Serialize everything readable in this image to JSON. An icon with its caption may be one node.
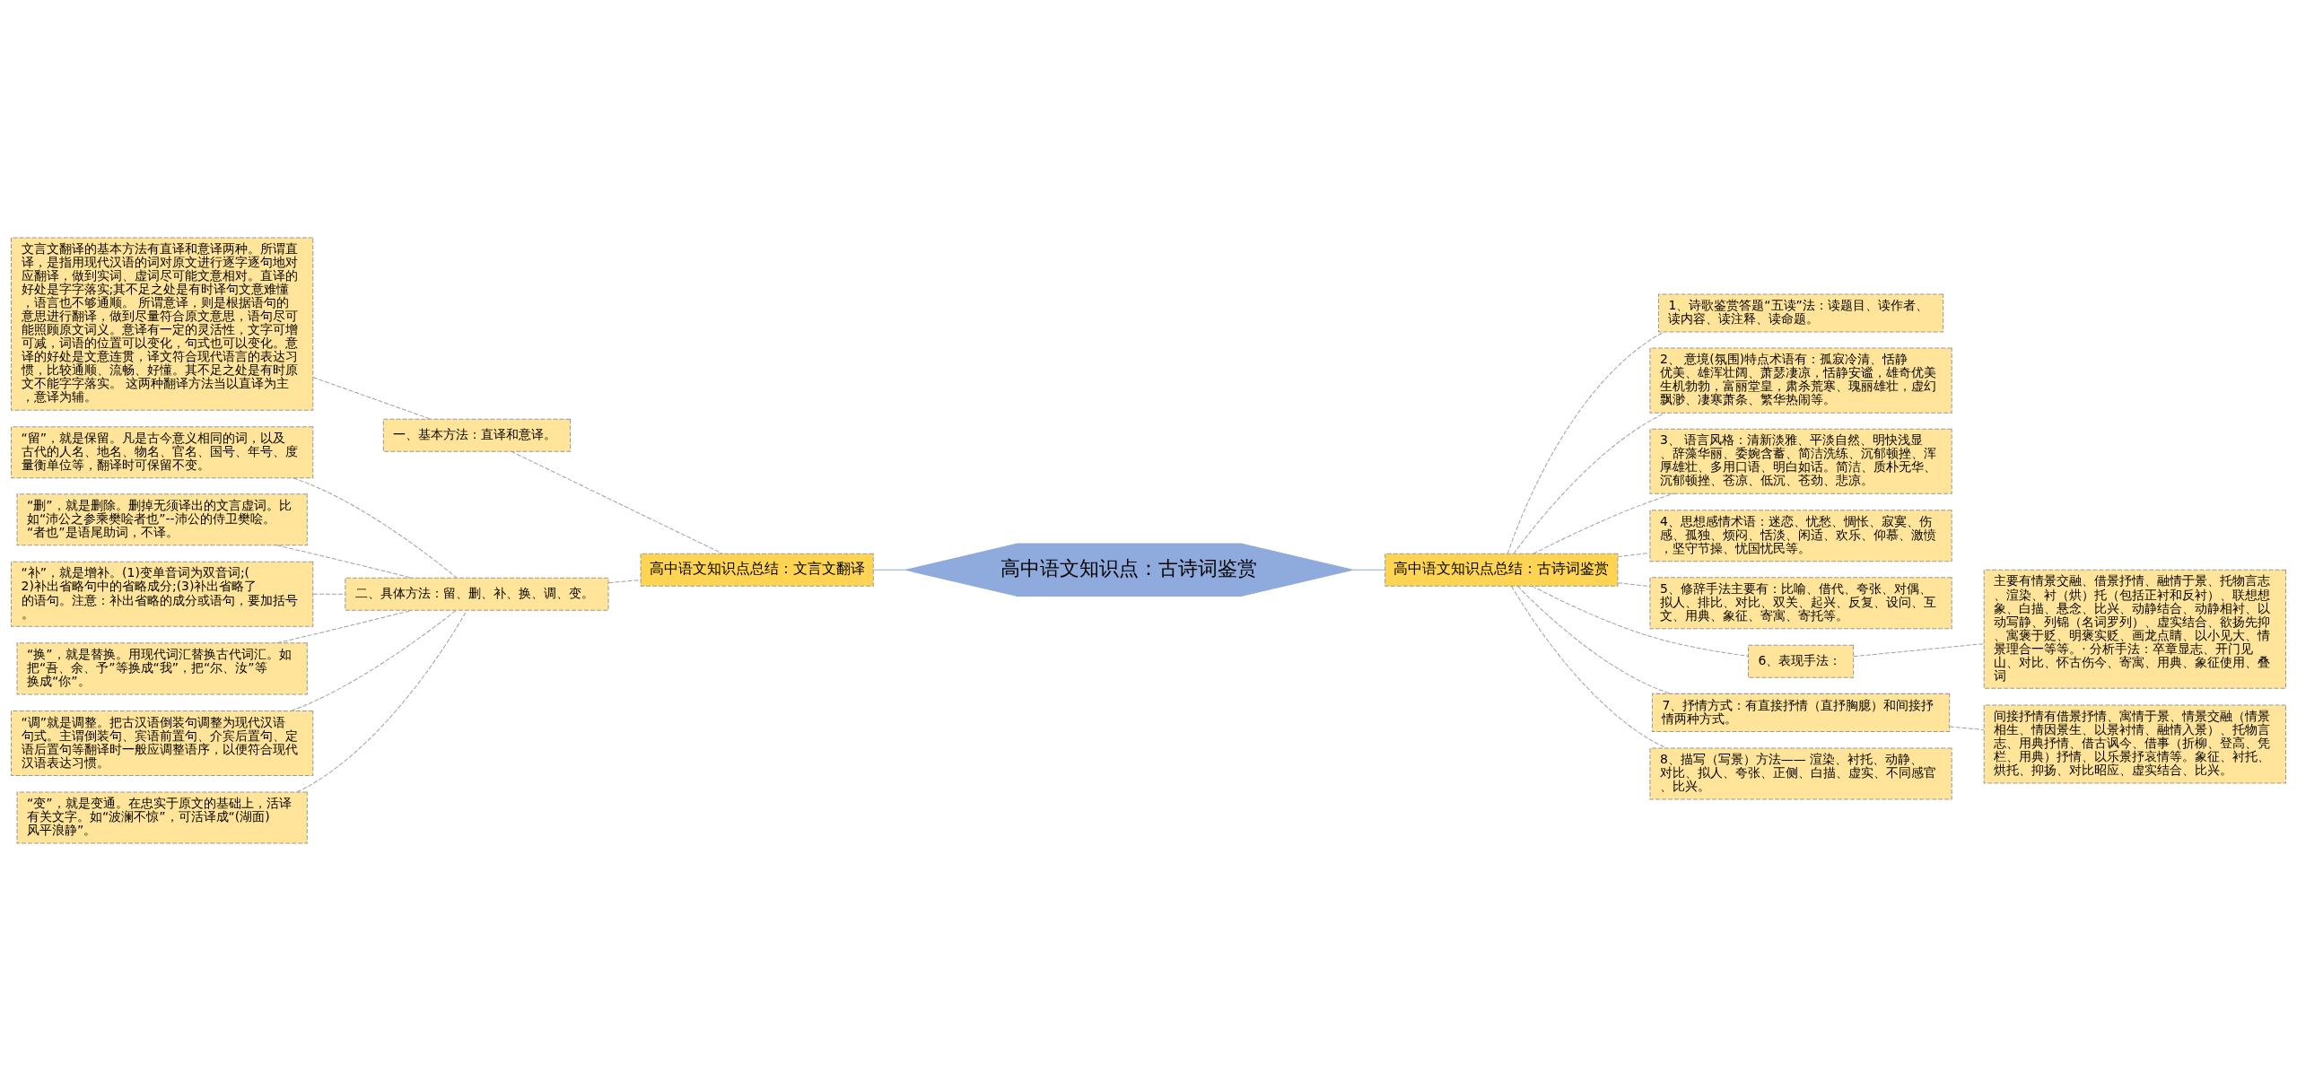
{
  "diagram": {
    "nodes": [
      {
        "text": [
          "高中语文知识点：古诗词鉴赏"
        ]
      },
      {
        "text": [
          "高中语文知识点总结：文言文翻译"
        ]
      },
      {
        "text": [
          "一、基本方法：直译和意译。"
        ]
      },
      {
        "text": [
          "文言文翻译的基本方法有直译和意译两种。所谓直译，是指用现代汉语的词对原文进行逐字逐句地对应翻译，做到实词、虚词尽可能文意相对。直译的好处是字字落实;其不足之处是有时译句文意难懂，语言也不够通顺。 所谓意译，则是根据语句的意思进行翻译，做到尽量符合原文意思，语句尽可能照顾原文词义。意译有一定的灵活性，文字可增可减，词语的位置可以变化，句式也可以变化。意译的好处是文意连贯，译文符合现代语言的表达习惯，比较通顺、流畅、好懂。其不足之处是有时原文不能字字落实。 这两种翻译方法当以直译为主，意译为辅。"
        ]
      },
      {
        "text": [
          "二、具体方法：留、删、补、换、调、变。"
        ]
      },
      {
        "text": [
          "“留”，就是保留。凡是古今意义相同的词，以及古代的人名、地名、物名、官名、国号、年号、度量衡单位等，翻译时可保留不变。"
        ]
      },
      {
        "text": [
          "“删”，就是删除。删掉无须译出的文言虚词。比如“沛公之参乘樊哙者也”--沛公的侍卫樊哙。“者也”是语尾助词，不译。"
        ]
      },
      {
        "text": [
          "“补”，就是增补。(1)变单音词为双音词;(2)补出省略句中的省略成分;(3)补出省略了的语句。注意：补出省略的成分或语句，要加括号。"
        ]
      },
      {
        "text": [
          "“换”，就是替换。用现代词汇替换古代词汇。如把“吾、余、予”等换成“我”，把“尔、汝”等换成“你”。"
        ]
      },
      {
        "text": [
          "“调”就是调整。把古汉语倒装句调整为现代汉语句式。主谓倒装句、宾语前置句、介宾后置句、定语后置句等翻译时一般应调整语序，以便符合现代汉语表达习惯。"
        ]
      },
      {
        "text": [
          "“变”，就是变通。在忠实于原文的基础上，活译有关文字。如“波澜不惊”，可活译成“(湖面)风平浪静”。"
        ]
      },
      {
        "text": [
          "高中语文知识点总结：古诗词鉴赏"
        ]
      },
      {
        "text": [
          "1、诗歌鉴赏答题“五读”法：读题目、读作者、读内容、读注释、读命题。"
        ]
      },
      {
        "text": [
          "2、 意境(氛围)特点术语有：孤寂冷清、恬静优美、雄浑壮阔、萧瑟凄凉，恬静安谧，雄奇优美生机勃勃，富丽堂皇，肃杀荒寒、瑰丽雄壮，虚幻飘渺、凄寒萧条、繁华热闹等。"
        ]
      },
      {
        "text": [
          "3、 语言风格：清新淡雅、平淡自然、明快浅显、辞藻华丽、委婉含蓄、简洁洗练、沉郁顿挫、浑厚雄壮、多用口语、明白如话。简洁、质朴无华、沉郁顿挫、苍凉、低沉、苍劲、悲凉。"
        ]
      },
      {
        "text": [
          "4、思想感情术语：迷恋、忧愁、惆怅、寂寞、伤感、孤独、烦闷、恬淡、闲适、欢乐、仰慕、激愤，坚守节操、忧国忧民等。"
        ]
      },
      {
        "text": [
          "5、修辞手法主要有：比喻、借代、夸张、对偶、拟人、排比、对比、双关、起兴、反复、设问、互文、用典、象征、寄寓、寄托等。"
        ]
      },
      {
        "text": [
          "6、表现手法："
        ]
      },
      {
        "text": [
          "主要有情景交融、借景抒情、融情于景、托物言志、渲染、衬（烘）托（包括正衬和反衬）、联想想象、白描、悬念、比兴、动静结合、动静相衬、以动写静、列锦（名词罗列）、虚实结合、欲扬先抑、寓褒于贬、明褒实贬、画龙点睛、以小见大、情景理合一等等。· 分析手法：卒章显志、开门见山、对比、怀古伤今、寄寓、用典、象征使用、叠词"
        ]
      },
      {
        "text": [
          "7、抒情方式：有直接抒情（直抒胸臆）和间接抒情两种方式。"
        ]
      },
      {
        "text": [
          "间接抒情有借景抒情、寓情于景、情景交融（情景相生、情因景生、以景衬情、融情入景）、托物言志、用典抒情、借古讽今、借事（折柳、登高、凭栏、用典）抒情、以乐景抒哀情等。象征、衬托、烘托、抑扬、对比昭应、虚实结合、比兴。"
        ]
      },
      {
        "text": [
          "8、描写（写景）方法—— 渲染、衬托、动静、对比、拟人、夸张、正侧、白描、虚实、不同感官、比兴。"
        ]
      }
    ],
    "edges": [
      {
        "from": 0,
        "to": 1,
        "arrow": "none",
        "color": "#8faadc"
      },
      {
        "from": 1,
        "to": 2,
        "arrow": "none",
        "style": "dashed"
      },
      {
        "from": 2,
        "to": 3,
        "arrow": "none",
        "style": "dashed"
      },
      {
        "from": 1,
        "to": 4,
        "arrow": "none",
        "style": "dashed"
      },
      {
        "from": 4,
        "to": 5,
        "arrow": "none",
        "style": "dashed"
      },
      {
        "from": 4,
        "to": 6,
        "arrow": "none",
        "style": "dashed"
      },
      {
        "from": 4,
        "to": 7,
        "arrow": "none",
        "style": "dashed"
      },
      {
        "from": 4,
        "to": 8,
        "arrow": "none",
        "style": "dashed"
      },
      {
        "from": 4,
        "to": 9,
        "arrow": "none",
        "style": "dashed"
      },
      {
        "from": 4,
        "to": 10,
        "arrow": "none",
        "style": "dashed"
      },
      {
        "from": 0,
        "to": 11,
        "arrow": "none",
        "color": "#8faadc"
      },
      {
        "from": 11,
        "to": 12,
        "arrow": "none",
        "style": "dashed"
      },
      {
        "from": 11,
        "to": 13,
        "arrow": "none",
        "style": "dashed"
      },
      {
        "from": 11,
        "to": 14,
        "arrow": "none",
        "style": "dashed"
      },
      {
        "from": 11,
        "to": 15,
        "arrow": "none",
        "style": "dashed"
      },
      {
        "from": 11,
        "to": 16,
        "arrow": "none",
        "style": "dashed"
      },
      {
        "from": 11,
        "to": 17,
        "arrow": "none",
        "style": "dashed"
      },
      {
        "from": 17,
        "to": 18,
        "arrow": "none",
        "style": "dashed"
      },
      {
        "from": 11,
        "to": 19,
        "arrow": "none",
        "style": "dashed"
      },
      {
        "from": 19,
        "to": 20,
        "arrow": "none",
        "style": "dashed"
      },
      {
        "from": 11,
        "to": 21,
        "arrow": "none",
        "style": "dashed"
      }
    ]
  }
}
